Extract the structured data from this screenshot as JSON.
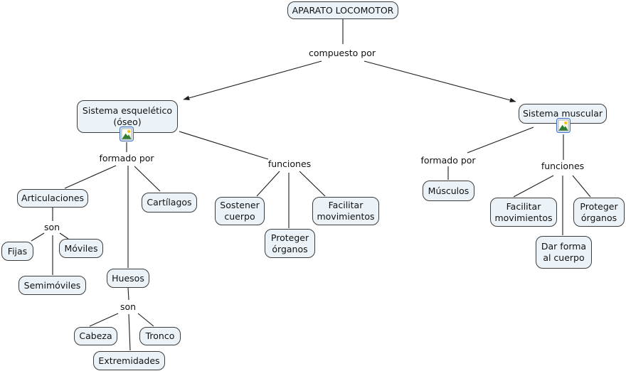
{
  "map": {
    "title": "APARATO LOCOMOTOR",
    "colors": {
      "node_fill": "#ecf3f8",
      "node_border": "#3c3c3c",
      "line": "#1c1c1c",
      "text": "#111111",
      "icon_border": "#3f6fbe",
      "icon_mountain": "#2e7d32",
      "icon_sun": "#f2c018"
    },
    "icon_names": [
      "image-resource-icon"
    ]
  },
  "nodes": {
    "aparato": {
      "label": "APARATO LOCOMOTOR"
    },
    "esqueletico": {
      "label": "Sistema esquelético (óseo)"
    },
    "muscular": {
      "label": "Sistema muscular"
    },
    "articulaciones": {
      "label": "Articulaciones"
    },
    "cartilagos": {
      "label": "Cartílagos"
    },
    "huesos": {
      "label": "Huesos"
    },
    "fijas": {
      "label": "Fijas"
    },
    "moviles": {
      "label": "Móviles"
    },
    "semimoviles": {
      "label": "Semimóviles"
    },
    "cabeza": {
      "label": "Cabeza"
    },
    "tronco": {
      "label": "Tronco"
    },
    "extremidades": {
      "label": "Extremidades"
    },
    "sostener_cuerpo": {
      "label": "Sostener cuerpo"
    },
    "proteger_organos_esq": {
      "label": "Proteger órganos"
    },
    "facilitar_movimientos_esq": {
      "label": "Facilitar movimientos"
    },
    "musculos": {
      "label": "Músculos"
    },
    "facilitar_movimientos_mus": {
      "label": "Facilitar movimientos"
    },
    "proteger_organos_mus": {
      "label": "Proteger órganos"
    },
    "dar_forma": {
      "label": "Dar forma al cuerpo"
    }
  },
  "linking_phrases": {
    "compuesto_por": "compuesto por",
    "formado_por_esq": "formado por",
    "funciones_esq": "funciones",
    "son_articulaciones": "son",
    "son_huesos": "son",
    "formado_por_mus": "formado por",
    "funciones_mus": "funciones"
  }
}
